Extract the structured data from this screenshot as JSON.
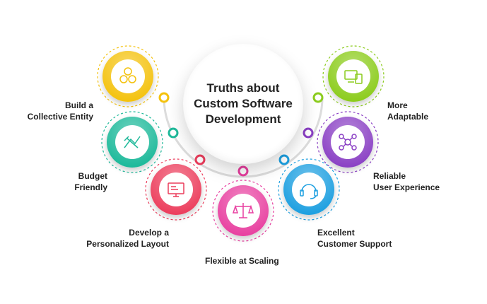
{
  "title_lines": [
    "Truths about",
    "Custom Software",
    "Development"
  ],
  "items": [
    {
      "lines": [
        "Build a",
        "Collective Entity"
      ],
      "color": "#f4c20d",
      "icon": "group-icon"
    },
    {
      "lines": [
        "Budget",
        "Friendly"
      ],
      "color": "#1fb99a",
      "icon": "handshake-icon"
    },
    {
      "lines": [
        "Develop a",
        "Personalized Layout"
      ],
      "color": "#ec3d5c",
      "icon": "layout-monitor-icon"
    },
    {
      "lines": [
        "Flexible at Scaling"
      ],
      "color": "#e83fa0",
      "icon": "scale-icon"
    },
    {
      "lines": [
        "Excellent",
        "Customer Support"
      ],
      "color": "#1c9fe0",
      "icon": "headset-icon"
    },
    {
      "lines": [
        "Reliable",
        "User Experience"
      ],
      "color": "#8a3fc4",
      "icon": "network-icon"
    },
    {
      "lines": [
        "More",
        "Adaptable"
      ],
      "color": "#8ccc1e",
      "icon": "devices-icon"
    }
  ]
}
